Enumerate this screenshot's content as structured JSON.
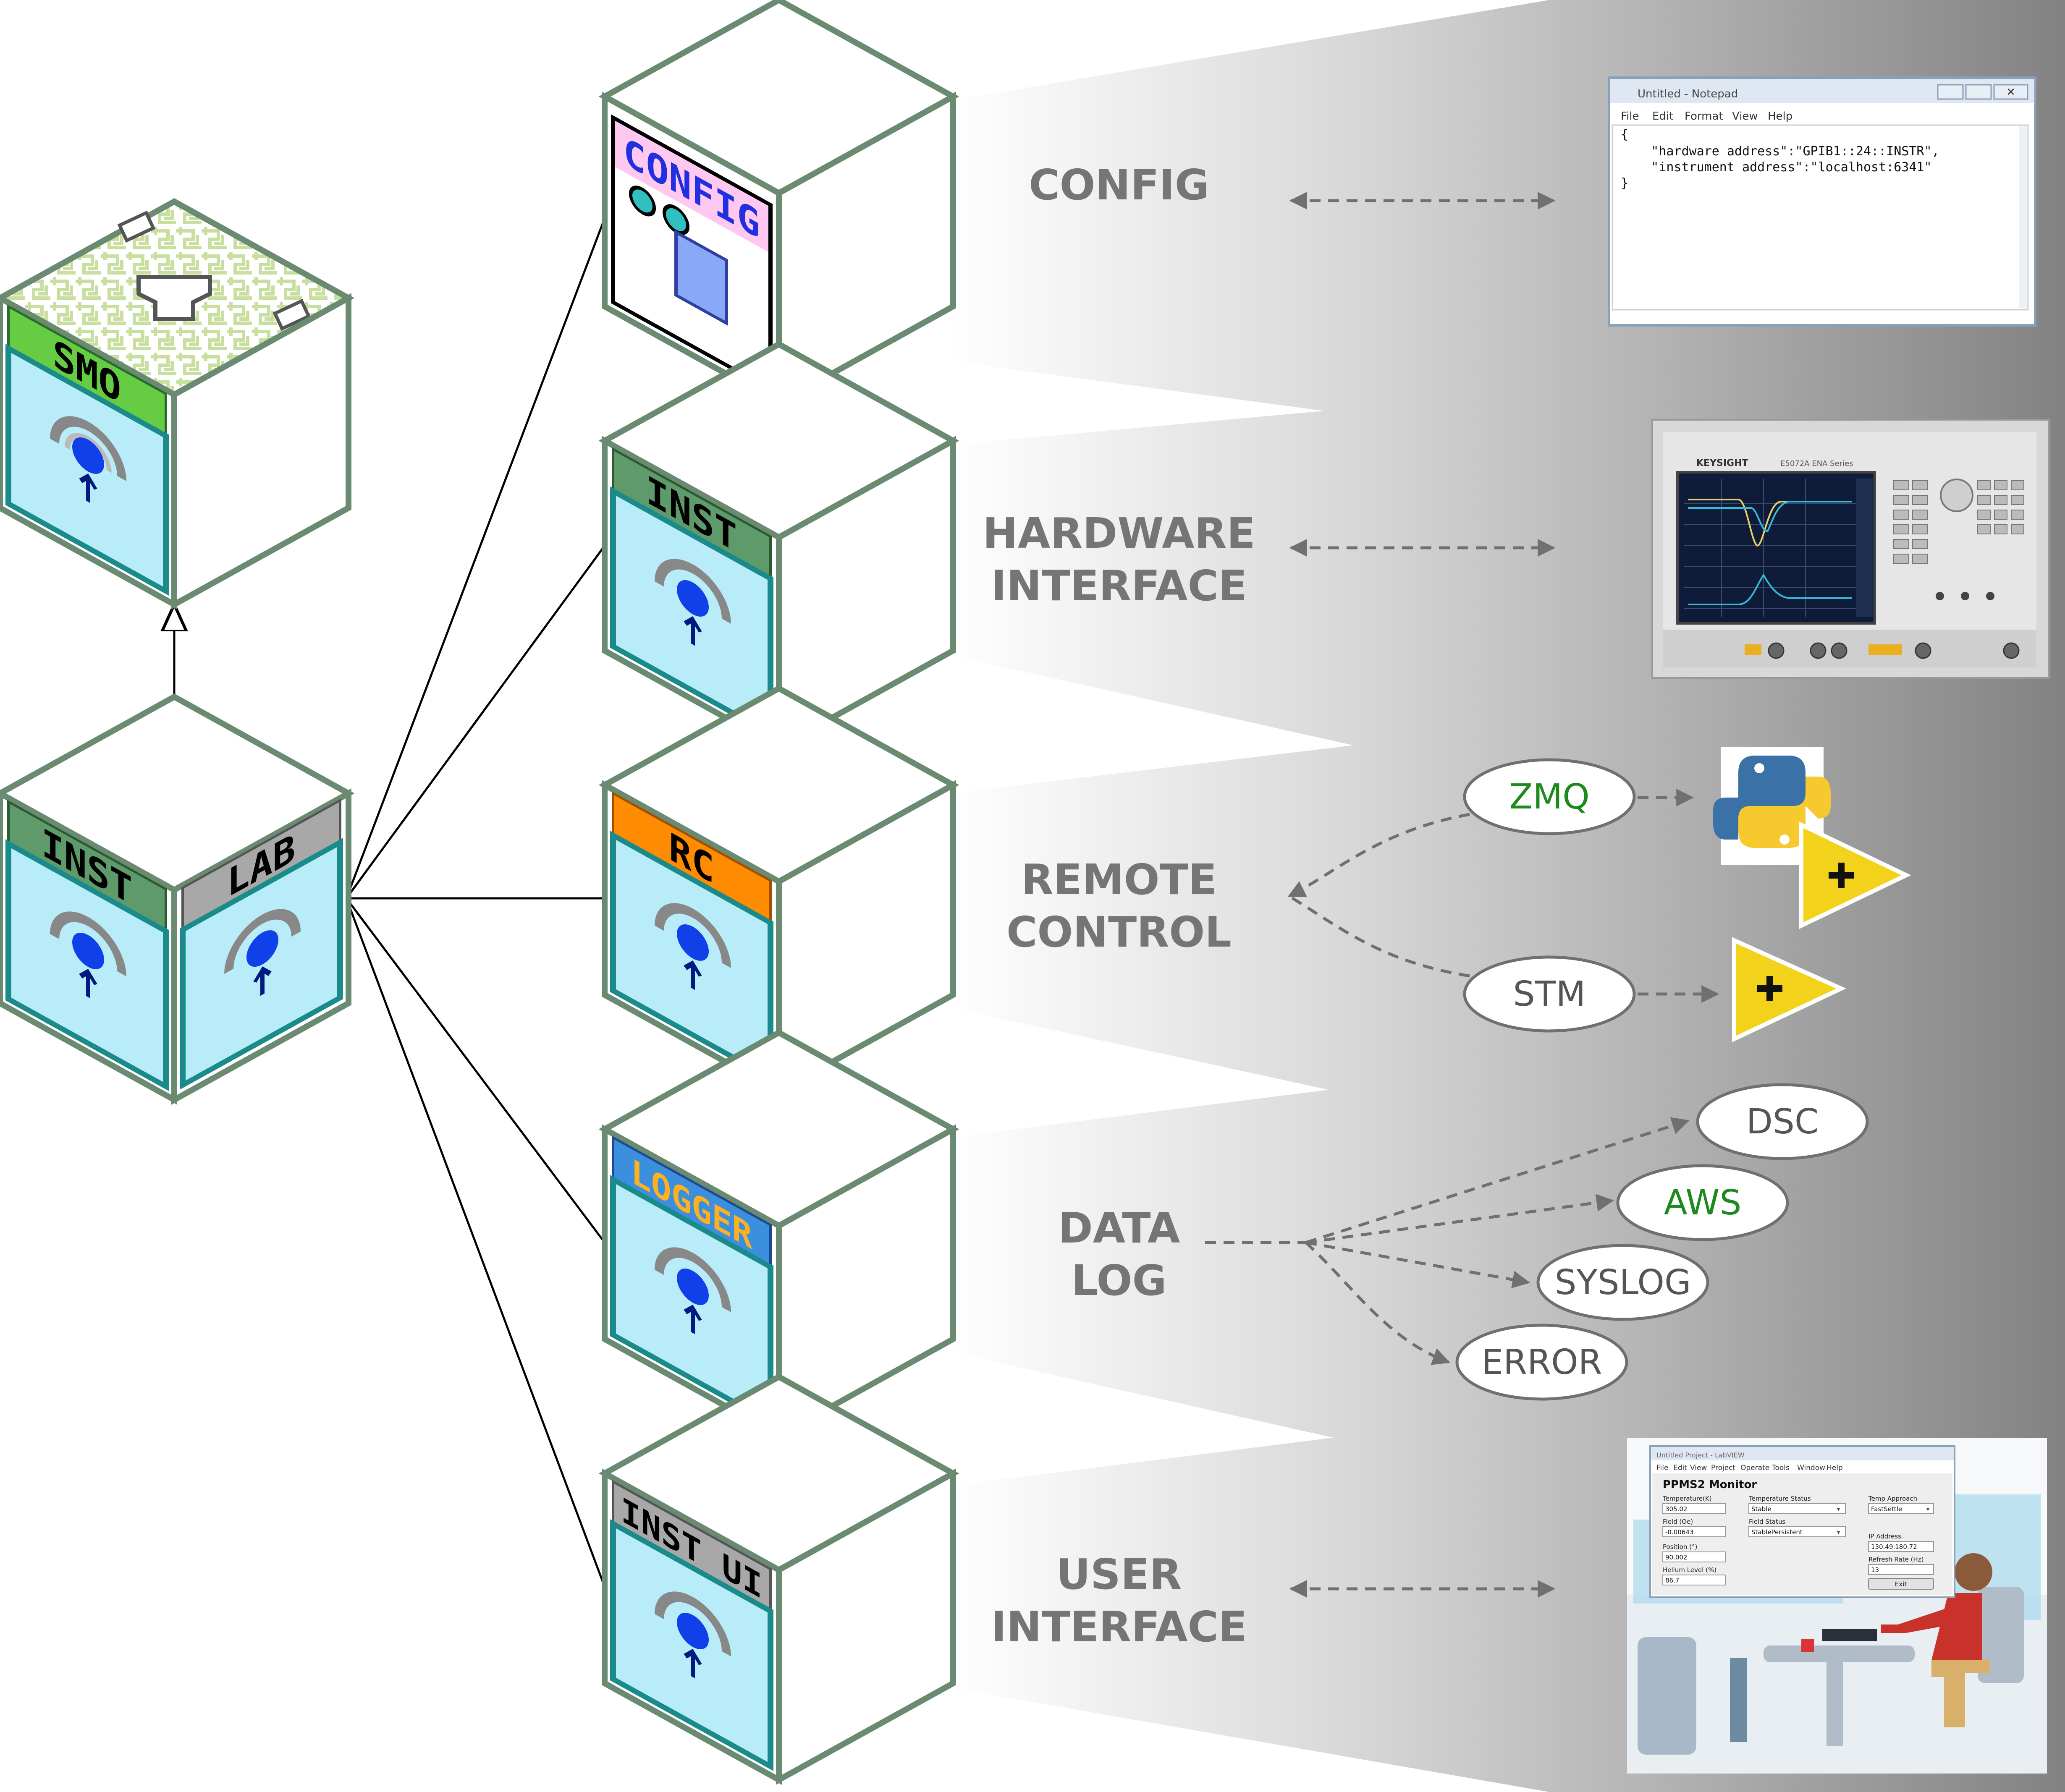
{
  "left_modules": {
    "smo": {
      "word": "SMO"
    },
    "combined": {
      "left_word": "INST",
      "right_word": "LAB"
    }
  },
  "modules": [
    {
      "word": "CONFIG"
    },
    {
      "word": "INST"
    },
    {
      "word": "RC"
    },
    {
      "word": "LOGGER"
    },
    {
      "word": "INST UI"
    }
  ],
  "labels": {
    "config": [
      "CONFIG"
    ],
    "hardware": [
      "HARDWARE",
      "INTERFACE"
    ],
    "remote": [
      "REMOTE",
      "CONTROL"
    ],
    "datalog": [
      "DATA",
      "LOG"
    ],
    "ui": [
      "USER",
      "INTERFACE"
    ]
  },
  "remote_nodes": {
    "zmq": "ZMQ",
    "stm": "STM"
  },
  "log_nodes": {
    "dsc": "DSC",
    "aws": "AWS",
    "syslog": "SYSLOG",
    "error": "ERROR"
  },
  "notepad": {
    "title": "Untitled - Notepad",
    "menu": [
      "File",
      "Edit",
      "Format",
      "View",
      "Help"
    ],
    "lines": [
      "{",
      "    \"hardware address\":\"GPIB1::24::INSTR\",",
      "    \"instrument address\":\"localhost:6341\"",
      "}"
    ]
  },
  "instrument": {
    "brand": "KEYSIGHT",
    "model": "E5072A ENA Series"
  },
  "ppms": {
    "titlebar": "Untitled Project - LabVIEW",
    "menu": [
      "File",
      "Edit",
      "View",
      "Project",
      "Operate",
      "Tools",
      "Window",
      "Help"
    ],
    "title": "PPMS2 Monitor",
    "temperature_label": "Temperature(K)",
    "temperature_value": "305.02",
    "field_label": "Field (Oe)",
    "field_value": "-0.00643",
    "position_label": "Position (°)",
    "position_value": "90.002",
    "helium_label": "Helium Level (%)",
    "helium_value": "86.7",
    "temp_status_label": "Temperature Status",
    "temp_status_value": "Stable",
    "field_status_label": "Field Status",
    "field_status_value": "StablePersistent",
    "temp_approach_label": "Temp Approach",
    "temp_approach_value": "FastSettle",
    "ip_label": "IP Address",
    "ip_value": "130.49.180.72",
    "refresh_label": "Refresh Rate (Hz)",
    "refresh_value": "13",
    "exit_label": "Exit"
  },
  "colors": {
    "cube_edge": "#6a8a72",
    "band_smo": "#66cc44",
    "band_inst": "#5f9a6a",
    "band_lab": "#a8a8a8",
    "band_rc": "#ff8c00",
    "band_logger": "#3b8fdc",
    "band_instui": "#a8a8a8",
    "band_config": "#ffc8f0",
    "node_green": "#1e8a1e",
    "node_gray": "#555555",
    "label_gray": "#757575"
  }
}
